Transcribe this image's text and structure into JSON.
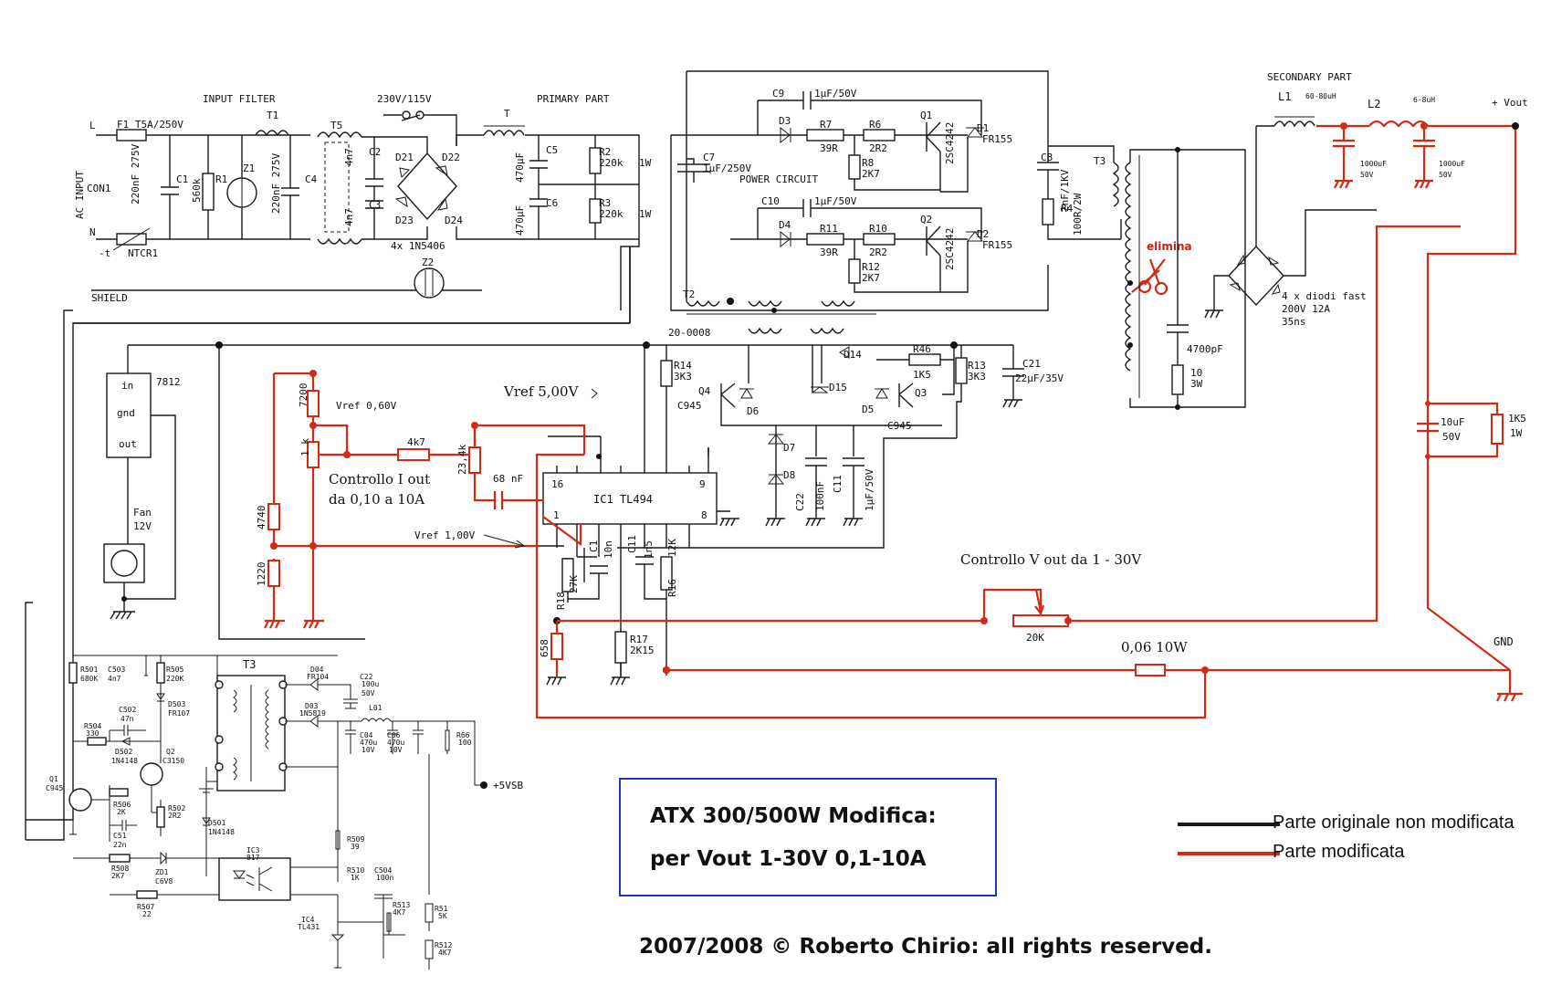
{
  "sections": {
    "ac_input": "AC INPUT",
    "input_filter": "INPUT FILTER",
    "primary_part": "PRIMARY PART",
    "secondary_part": "SECONDARY PART",
    "power_circuit": "POWER CIRCUIT",
    "voltage_select": "230V/115V",
    "shield": "SHIELD"
  },
  "connectors": {
    "con1": "CON1",
    "l": "L",
    "n": "N",
    "vout": "+ Vout",
    "gnd": "GND",
    "vsb": "+5VSB"
  },
  "input_parts": {
    "f1": "F1 T5A/250V",
    "ntcr1": "NTCR1",
    "ntc_mark": "-t",
    "t1": "T1",
    "t5": "T5",
    "c1": "C1",
    "r1": "R1",
    "z1": "Z1",
    "c1_val": "220nF 275V",
    "r1_val": "560k",
    "c4_val": "220nF 275V",
    "c4": "C4",
    "c2": "C2",
    "c3": "C3",
    "c2_val": "4n7",
    "c3_val": "4n7",
    "d21": "D21",
    "d22": "D22",
    "d23": "D23",
    "d24": "D24",
    "bridge_note": "4x 1N5406",
    "z2": "Z2"
  },
  "primary_parts": {
    "t": "T",
    "c5": "C5",
    "c6": "C6",
    "c5_val": "470µF",
    "c6_val": "470µF",
    "r2": "R2",
    "r3": "R3",
    "r2_val": "220k",
    "r3_val": "220k",
    "r2_w": "1W",
    "r3_w": "1W",
    "c7": "C7",
    "c7_val": "1µF/250V",
    "c9": "C9",
    "c9_val": "1µF/50V",
    "c10": "C10",
    "c10_val": "1µF/50V",
    "d3": "D3",
    "d4": "D4",
    "r7": "R7",
    "r7_val": "39R",
    "r11": "R11",
    "r11_val": "39R",
    "r6": "R6",
    "r6_val": "2R2",
    "r10": "R10",
    "r10_val": "2R2",
    "r8": "R8",
    "r8_val": "2K7",
    "r12": "R12",
    "r12_val": "2K7",
    "q1": "Q1",
    "q2": "Q2",
    "q_type": "2SC4242",
    "d1": "D1",
    "d2": "D2",
    "d_type": "FR155",
    "c8": "C8",
    "c8_val": "2nF/1KV",
    "r4": "R4",
    "r4_val": "100R/2W",
    "t3": "T3",
    "t2": "T2",
    "t2_code": "20-0008"
  },
  "control_parts": {
    "reg": "7812",
    "reg_in": "in",
    "reg_gnd": "gnd",
    "reg_out": "out",
    "fan": "Fan",
    "fan_v": "12V",
    "r14": "R14",
    "r14_val": "3K3",
    "q4": "Q4",
    "q4_type": "C945",
    "d6": "D6",
    "d14": "D14",
    "d15": "D15",
    "d5": "D5",
    "q3": "Q3",
    "q3_type": "C945",
    "r46": "R46",
    "r46_val": "1K5",
    "r13": "R13",
    "r13_val": "3K3",
    "c21": "C21",
    "c21_val": "22µF/35V",
    "d7": "D7",
    "d8": "D8",
    "c22": "C22",
    "c22_val": "100nF",
    "c11": "C11",
    "c11_val": "1µF/50V",
    "ic1": "IC1  TL494",
    "pin16": "16",
    "pin9": "9",
    "pin1": "1",
    "pin8": "8",
    "c1b": "C1",
    "c1b_val": "10n",
    "r18": "R18",
    "r18_val": "27K",
    "c11b": "C11",
    "c11b_val": "1n5",
    "r16": "R16",
    "r16_val": "12K",
    "r17": "R17",
    "r17_val": "2K15"
  },
  "modified": {
    "vref_060": "Vref 0,60V",
    "vref_500": "Vref 5,00V",
    "vref_100": "Vref 1,00V",
    "r7200": "7200",
    "pot1k": "1 k",
    "r4k7": "4k7",
    "r23k4": "23,4k",
    "c68n": "68 nF",
    "ctrl_i_1": "Controllo I out",
    "ctrl_i_2": "da 0,10 a 10A",
    "r4740": "4740",
    "r1220": "1220",
    "r658": "658",
    "ctrl_v": "Controllo V out da 1 - 30V",
    "pot20k": "20K",
    "shunt": "0,06  10W",
    "elimina": "elimina",
    "c4700": "4700pF",
    "r10_3w_1": "10",
    "r10_3w_2": "3W",
    "diodi_1": "4 x diodi fast",
    "diodi_2": "200V 12A",
    "diodi_3": "35ns",
    "l1": "L1",
    "l1_val": "60-80uH",
    "l2": "L2",
    "l2_val": "6-8uH",
    "c1000a": "1000uF",
    "c1000a_v": "50V",
    "c1000b": "1000uF",
    "c1000b_v": "50V",
    "c10u": "10uF",
    "c10u_v": "50V",
    "r1k5": "1K5",
    "r1k5_w": "1W"
  },
  "standby": {
    "t3": "T3",
    "r501": "R501",
    "r501_v": "680K",
    "c503": "C503",
    "c503_v": "4n7",
    "r505": "R505",
    "r505_v": "220K",
    "d503": "D503",
    "d503_v": "FR107",
    "c502": "C502",
    "c502_v": "47n",
    "r504": "R504",
    "r504_v": "330",
    "d502": "D502",
    "d502_v": "1N4148",
    "q2": "Q2",
    "q2_v": "C3150",
    "q1": "Q1",
    "q1_v": "C945",
    "r506": "R506",
    "r506_v": "2K",
    "r502": "R502",
    "r502_v": "2R2",
    "c51": "C51",
    "c51_v": "22n",
    "d501": "D501",
    "d501_v": "1N4148",
    "r508": "R508",
    "r508_v": "2K7",
    "zd1": "ZD1",
    "zd1_v": "C6V8",
    "r507": "R507",
    "r507_v": "22",
    "ic3": "IC3",
    "ic3_v": "817",
    "ic4": "IC4",
    "ic4_v": "TL431",
    "d04": "D04",
    "d04_v": "FR104",
    "d03": "D03",
    "d03_v": "1N5819",
    "c22": "C22",
    "c22_v": "100u",
    "c22_vv": "50V",
    "l01": "L01",
    "c04": "C04",
    "c04_v": "470u",
    "c04_vv": "10V",
    "c06": "C06",
    "c06_v": "470u",
    "c06_vv": "10V",
    "r66": "R66",
    "r66_v": "100",
    "r509": "R509",
    "r509_v": "39",
    "r510": "R510",
    "r510_v": "1K",
    "c504": "C504",
    "c504_v": "100n",
    "r513": "R513",
    "r513_v": "4K7",
    "r51": "R51",
    "r51_v": "5K",
    "r512": "R512",
    "r512_v": "4K7"
  },
  "title": {
    "line1": "ATX 300/500W  Modifica:",
    "line2": "per Vout 1-30V  0,1-10A"
  },
  "legend": {
    "original": "Parte originale non modificata",
    "original_color": "#1a1a1a",
    "modified": "Parte modificata",
    "modified_color": "#d42a14"
  },
  "copyright": "2007/2008 © Roberto Chirio: all rights reserved."
}
